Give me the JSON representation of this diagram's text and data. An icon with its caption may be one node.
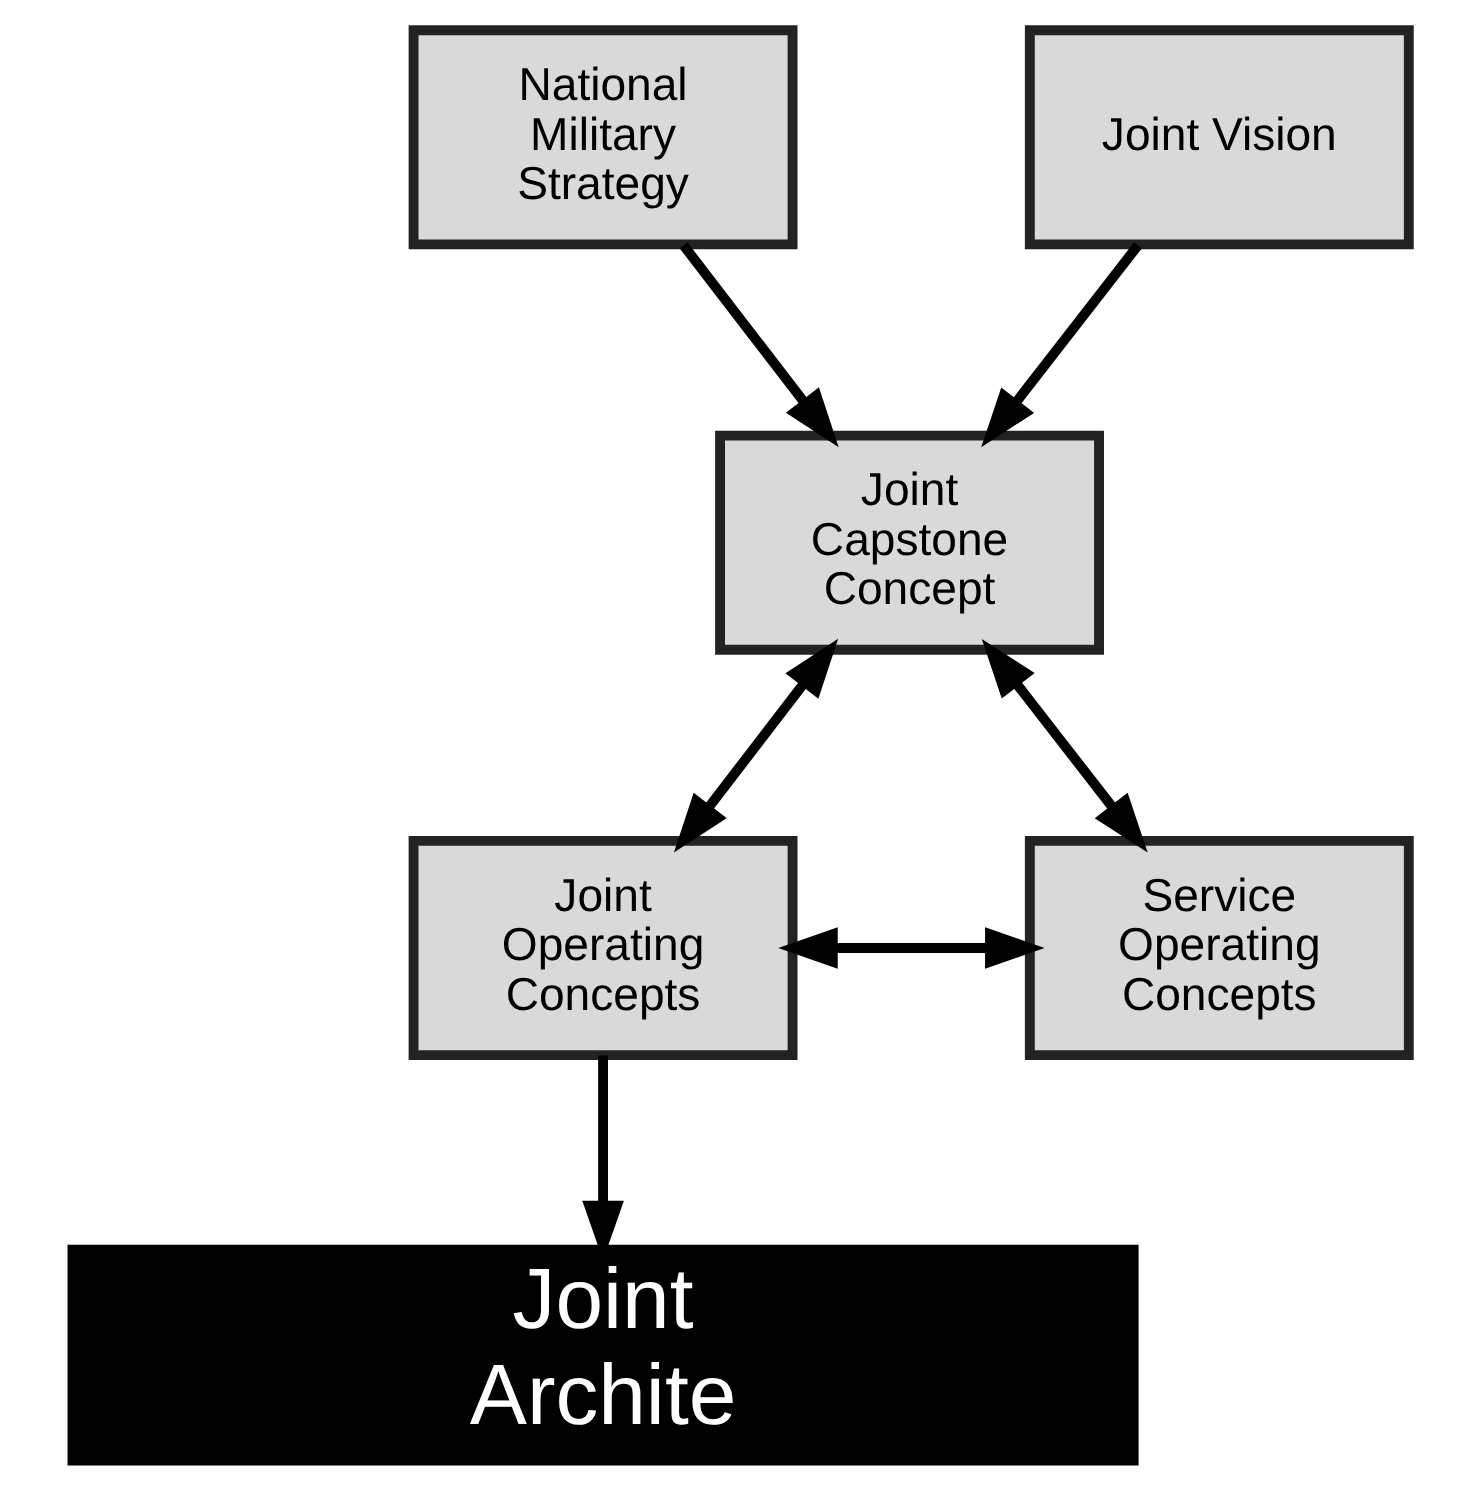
{
  "diagram": {
    "nodes": [
      {
        "text": [
          "National Military Strategy"
        ]
      },
      {
        "text": [
          "Joint Vision"
        ]
      },
      {
        "text": [
          "Joint Capstone Concept"
        ]
      },
      {
        "text": [
          "Joint Operating Concepts"
        ]
      },
      {
        "text": [
          "Service Operating Concepts"
        ]
      },
      {
        "text": [
          "Joint Archite"
        ]
      }
    ],
    "edges": [
      {
        "from": 0,
        "to": 2,
        "arrow": "to"
      },
      {
        "from": 1,
        "to": 2,
        "arrow": "to"
      },
      {
        "from": 2,
        "to": 3,
        "arrow": "both"
      },
      {
        "from": 2,
        "to": 4,
        "arrow": "both"
      },
      {
        "from": 3,
        "to": 4,
        "arrow": "both"
      },
      {
        "from": 3,
        "to": 5,
        "arrow": "to"
      }
    ]
  }
}
